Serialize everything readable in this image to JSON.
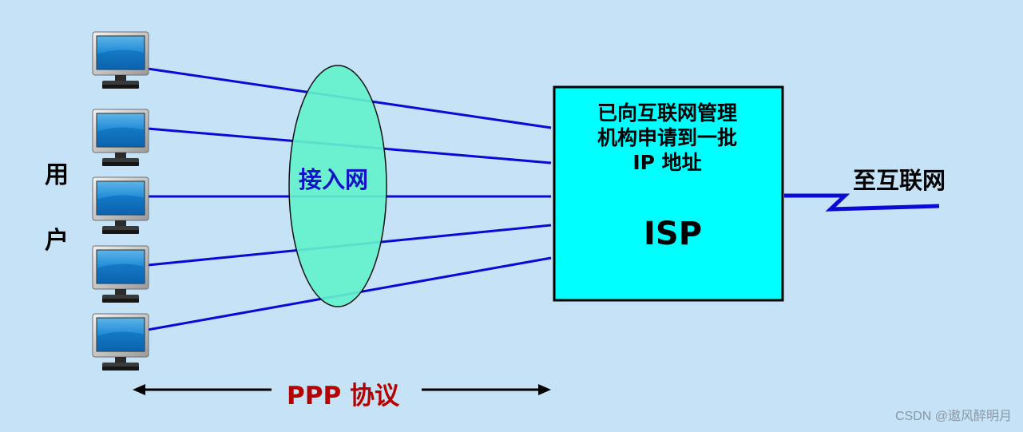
{
  "users_label": [
    "用",
    "户"
  ],
  "access_network_label": "接入网",
  "isp": {
    "description_lines": [
      "已向互联网管理",
      "机构申请到一批",
      "IP 地址"
    ],
    "name": "ISP"
  },
  "internet_label": "至互联网",
  "protocol_label": "PPP 协议",
  "watermark": "CSDN @遨风醉明月",
  "computer_count": 5,
  "colors": {
    "background": "#c5e2f6",
    "link_lines": "#0a0ad6",
    "access_ellipse": "#63f2cc",
    "isp_box": "#00ffff",
    "protocol_text": "#b60000"
  }
}
